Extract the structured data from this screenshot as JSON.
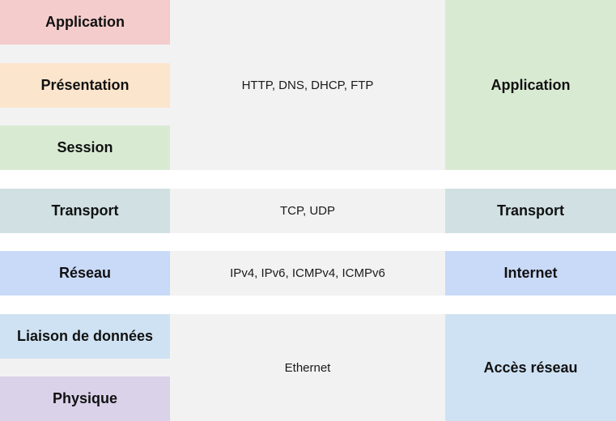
{
  "colors": {
    "application": "#f4cccc",
    "presentation": "#fce5cd",
    "session": "#d9ead3",
    "transport": "#d0e0e3",
    "network": "#c9daf8",
    "datalink": "#cfe2f3",
    "physical": "#d9d2e9",
    "protocol_bg": "#f2f2f2",
    "tcpip_application": "#d9ead3",
    "tcpip_transport": "#d0e0e3",
    "tcpip_internet": "#c9daf8",
    "tcpip_access": "#cfe2f3"
  },
  "osi_layers": [
    {
      "label": "Application"
    },
    {
      "label": "Présentation"
    },
    {
      "label": "Session"
    },
    {
      "label": "Transport"
    },
    {
      "label": "Réseau"
    },
    {
      "label": "Liaison de données"
    },
    {
      "label": "Physique"
    }
  ],
  "protocols": [
    {
      "label": "HTTP, DNS, DHCP, FTP"
    },
    {
      "label": "TCP, UDP"
    },
    {
      "label": "IPv4, IPv6, ICMPv4, ICMPv6"
    },
    {
      "label": "Ethernet"
    }
  ],
  "tcpip_layers": [
    {
      "label": "Application"
    },
    {
      "label": "Transport"
    },
    {
      "label": "Internet"
    },
    {
      "label": "Accès réseau"
    }
  ]
}
